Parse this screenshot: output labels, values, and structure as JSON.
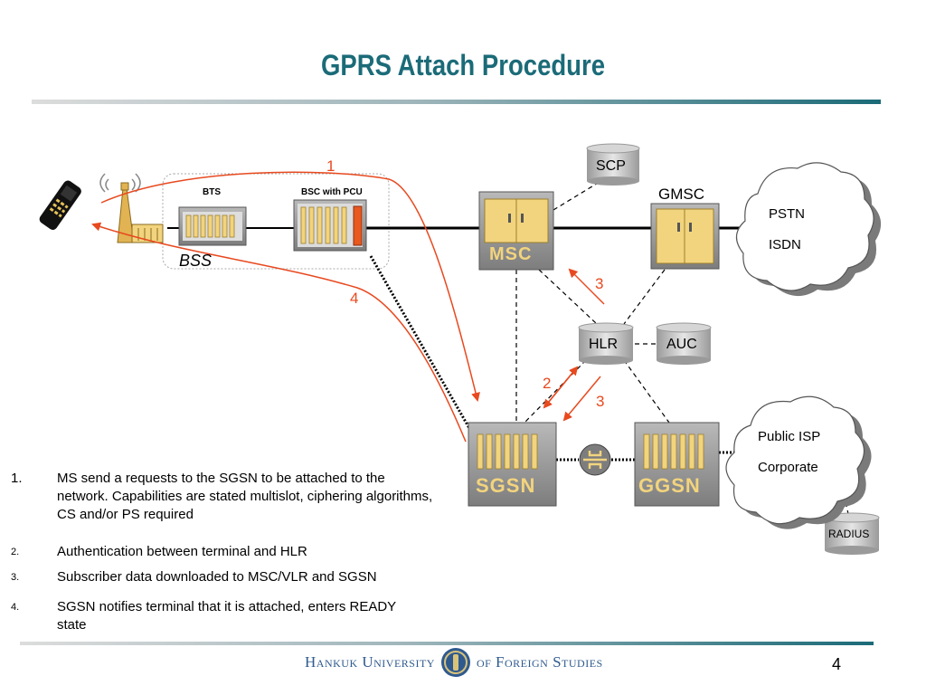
{
  "title": "GPRS Attach Procedure",
  "diagram": {
    "bts_label": "BTS",
    "bsc_label": "BSC with PCU",
    "bss_label": "BSS",
    "msc_label": "MSC",
    "gmsc_label": "GMSC",
    "scp_label": "SCP",
    "hlr_label": "HLR",
    "auc_label": "AUC",
    "sgsn_label": "SGSN",
    "ggsn_label": "GGSN",
    "pstn_label": "PSTN",
    "isdn_label": "ISDN",
    "public_isp_label": "Public ISP",
    "corporate_label": "Corporate",
    "radius_label": "RADIUS",
    "step_marker_1": "1",
    "step_marker_2": "2",
    "step_marker_3a": "3",
    "step_marker_3b": "3",
    "step_marker_4": "4",
    "arrow_color": "#e8491f"
  },
  "steps": [
    {
      "num": "1.",
      "text": "MS send a requests to the SGSN to be attached to the network. Capabilities are stated multislot, ciphering algorithms, CS and/or PS required"
    },
    {
      "num": "2.",
      "text": "Authentication between terminal and HLR"
    },
    {
      "num": "3.",
      "text": "Subscriber data downloaded to MSC/VLR and SGSN"
    },
    {
      "num": "4.",
      "text": "SGSN notifies terminal that it is attached, enters READY state"
    }
  ],
  "footer": {
    "university_left": "Hankuk University",
    "university_right": "of Foreign Studies",
    "page_number": "4"
  }
}
